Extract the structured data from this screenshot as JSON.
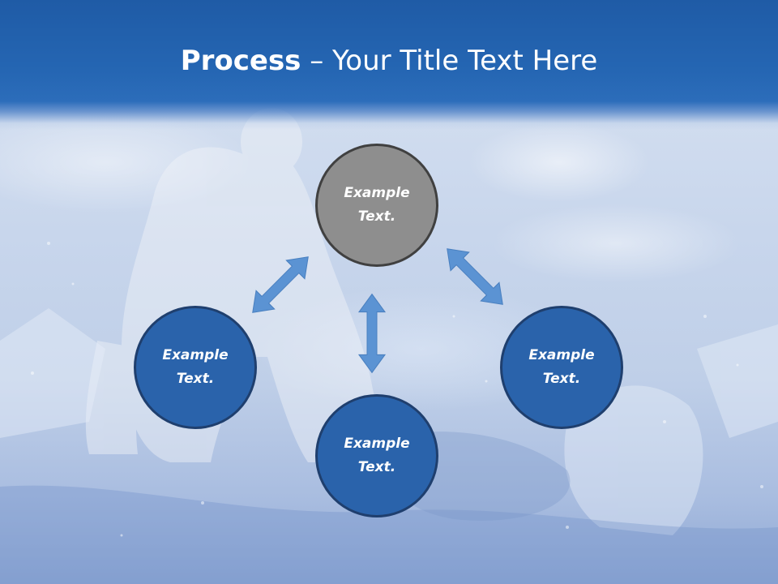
{
  "slide": {
    "title_bold": "Process",
    "title_rest": " – Your Title Text Here",
    "circles": {
      "top": {
        "line1": "Example",
        "line2": "Text."
      },
      "left": {
        "line1": "Example",
        "line2": "Text."
      },
      "right": {
        "line1": "Example",
        "line2": "Text."
      },
      "bottom": {
        "line1": "Example",
        "line2": "Text."
      }
    }
  },
  "colors": {
    "header": "#2566b3",
    "circle_blue": "#2a63ab",
    "circle_gray": "#8e8e8e",
    "arrow": "#5b93d3"
  },
  "background": {
    "subject": "polar-bear-on-ice-splash"
  },
  "icons": [
    "double-arrow-icon"
  ]
}
